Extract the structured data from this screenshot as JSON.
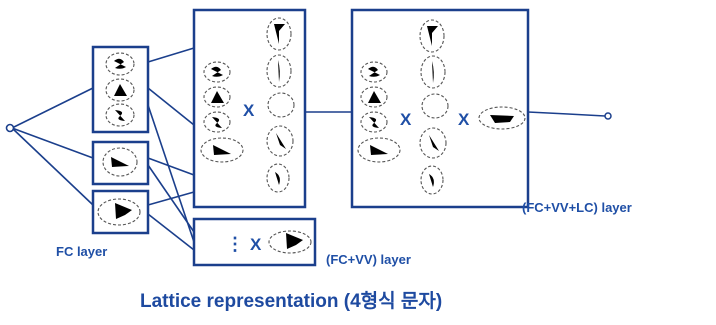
{
  "labels": {
    "fc_layer": "FC layer",
    "fc_vv_layer": "(FC+VV) layer",
    "fc_vv_lc_layer": "(FC+VV+LC) layer",
    "title": "Lattice representation (4형식 문자)"
  },
  "operators": {
    "times": "X",
    "ellipsis": "⋮"
  },
  "colors": {
    "accent": "#1f4fa6",
    "box_stroke": "#1b3f8c"
  }
}
